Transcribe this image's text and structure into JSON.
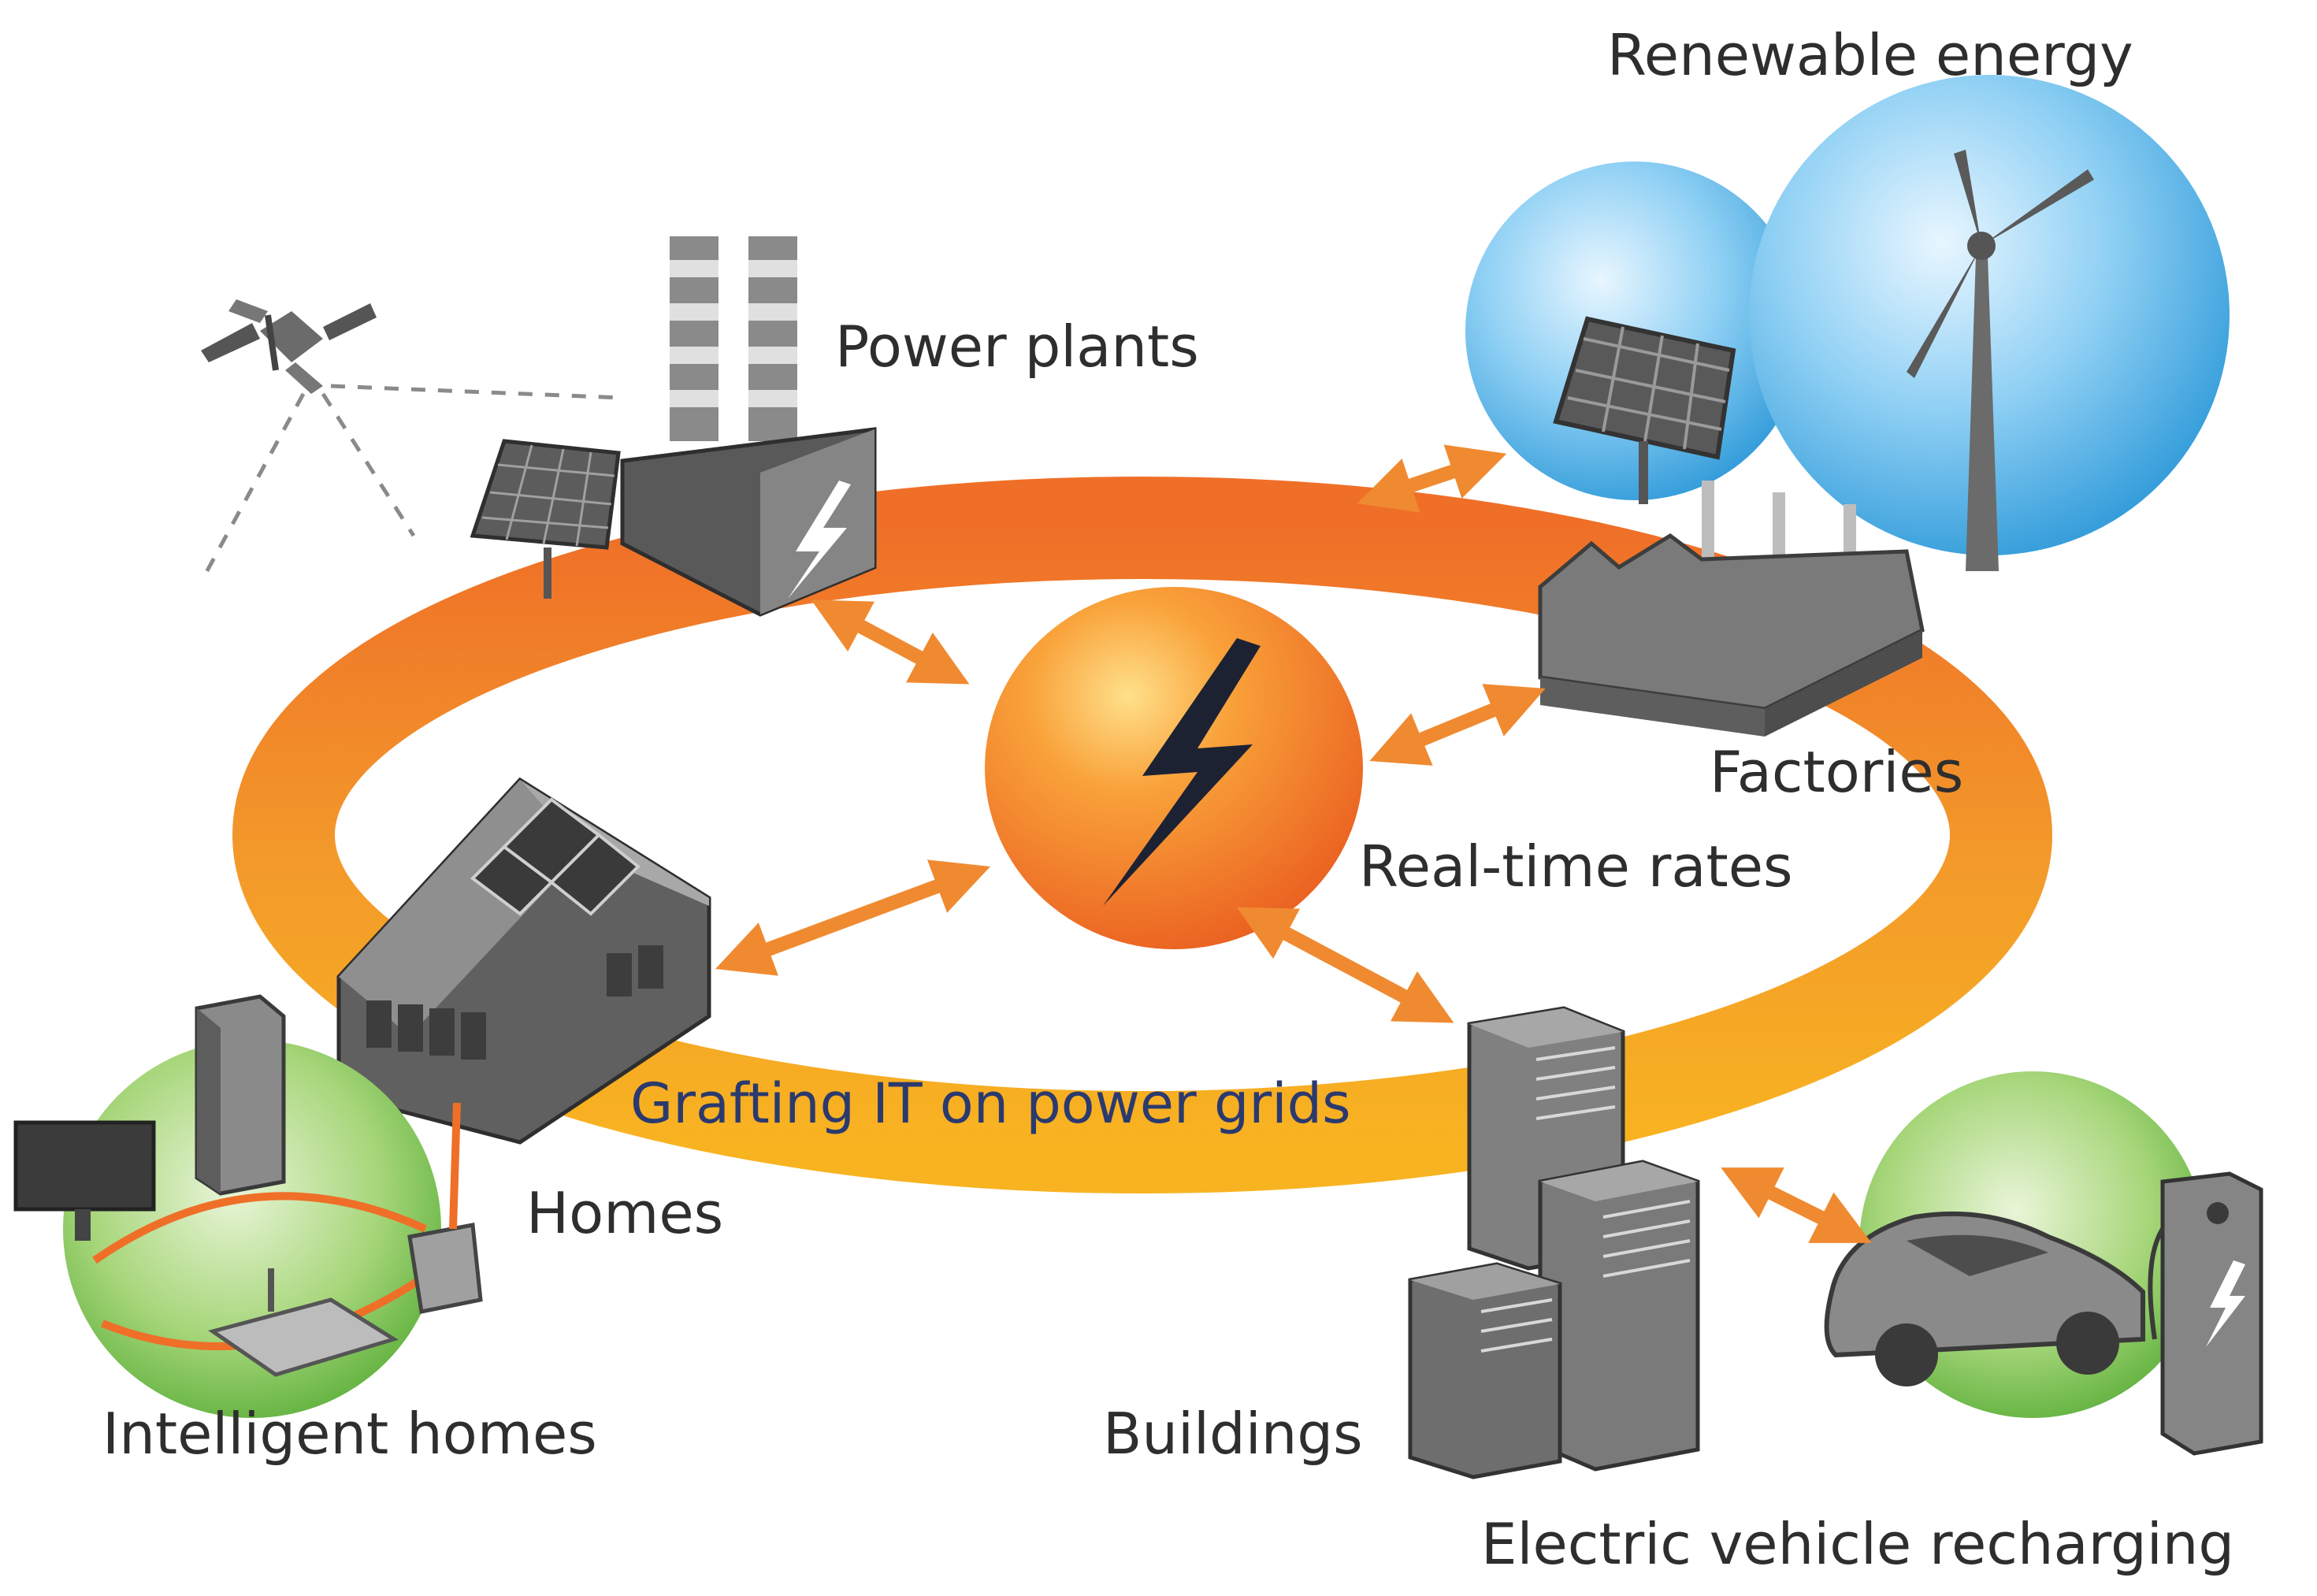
{
  "labels": {
    "renewable_energy": "Renewable energy",
    "power_plants": "Power plants",
    "factories": "Factories",
    "real_time_rates": "Real-time rates",
    "homes": "Homes",
    "grafting_it": "Grafting IT on power grids",
    "intelligent_homes": "Intelligent homes",
    "buildings": "Buildings",
    "ev_recharging": "Electric vehicle recharging"
  },
  "colors": {
    "ring_orange": "#f07a2a",
    "ring_yellow": "#f7a823",
    "arrow": "#f08a30",
    "hub": "#f27b24",
    "renewable_blue": "#4aaee6",
    "green_circle": "#5cb33c",
    "equipment_gray": "#7f7f7f",
    "equipment_dark": "#4a4a4a",
    "label_text": "#2e2e2e",
    "ring_text": "#2b3a6e"
  },
  "icons": [
    "satellite-icon",
    "solar-panel-icon",
    "power-plant-icon",
    "wind-turbine-icon",
    "factory-icon",
    "lightning-hub-icon",
    "house-icon",
    "server-icon",
    "monitor-icon",
    "router-icon",
    "office-building-icon",
    "electric-car-icon",
    "charging-station-icon"
  ]
}
